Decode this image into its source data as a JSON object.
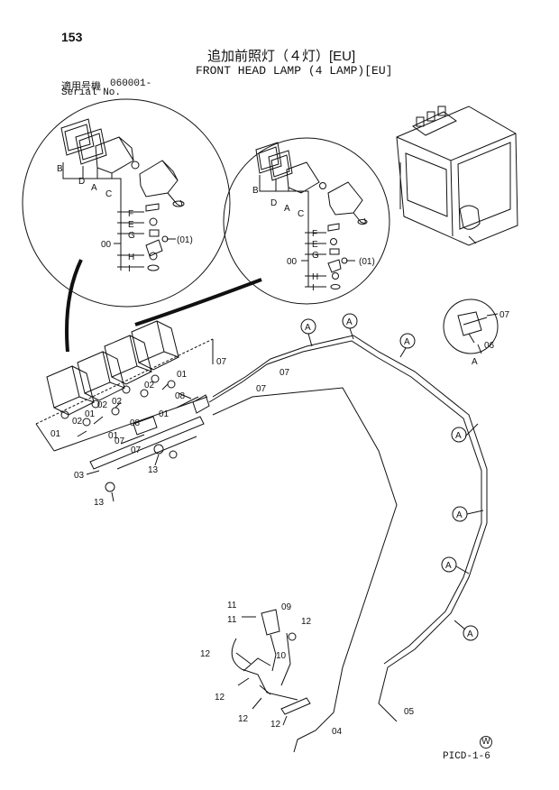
{
  "header": {
    "page_number": "153",
    "title_jp": "追加前照灯（４灯）[EU]",
    "title_en": "FRONT HEAD LAMP (4 LAMP)[EU]",
    "serial_label_jp": "適用号機",
    "serial_label_en": "Serial No.",
    "serial_value": "060001-"
  },
  "footer": {
    "diagram_code": "PICD-1-6",
    "watermark": "W"
  },
  "detail_left": {
    "letters": [
      "B",
      "D",
      "A",
      "C",
      "F",
      "E",
      "G",
      "H",
      "I"
    ],
    "group_label": "00",
    "optional_label": "(01)"
  },
  "detail_right": {
    "letters": [
      "B",
      "D",
      "A",
      "C",
      "F",
      "E",
      "G",
      "H",
      "I"
    ],
    "group_label": "00",
    "optional_label": "(01)"
  },
  "detail_a": {
    "part_07": "07",
    "part_06": "06",
    "view_label": "A"
  },
  "bracket_callouts": [
    "01",
    "01",
    "02",
    "02",
    "02",
    "02",
    "01",
    "01",
    "03",
    "13",
    "13",
    "07",
    "07",
    "08",
    "08",
    "01",
    "07"
  ],
  "harness_callouts": [
    "07",
    "07",
    "05",
    "04"
  ],
  "switch_callouts": [
    "11",
    "11",
    "09",
    "10",
    "12",
    "12",
    "12",
    "12",
    "12"
  ],
  "clip_marker": "A"
}
